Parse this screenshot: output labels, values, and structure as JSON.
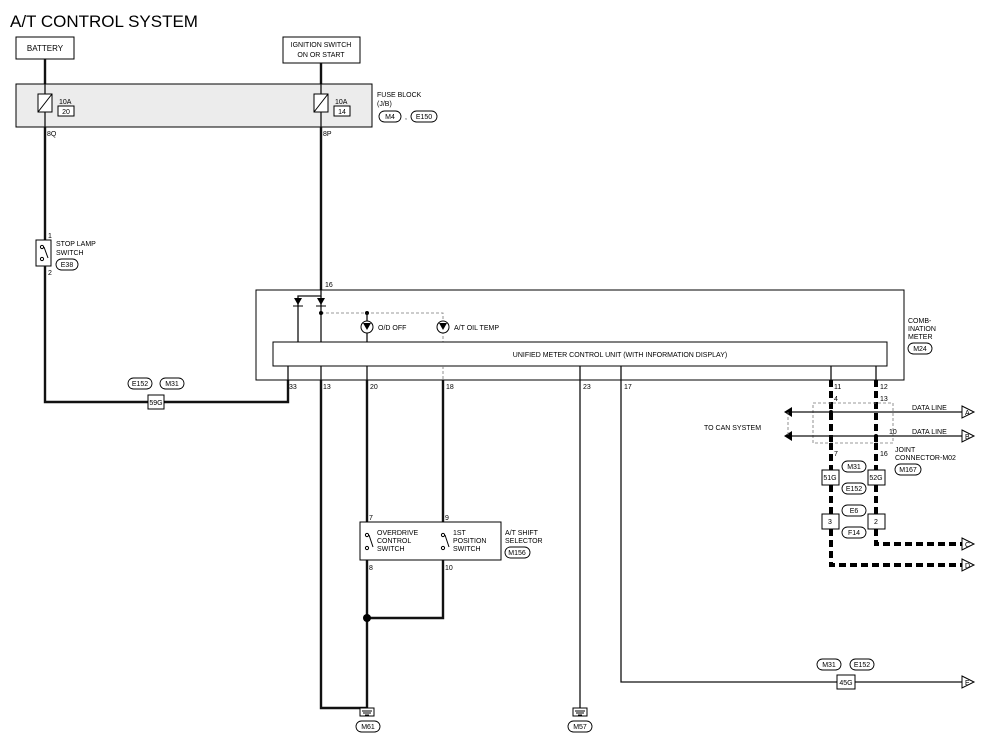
{
  "title": "A/T CONTROL SYSTEM",
  "top_boxes": {
    "battery": "BATTERY",
    "ignition_line1": "IGNITION SWITCH",
    "ignition_line2": "ON OR START"
  },
  "fuse_block": {
    "label_line1": "FUSE BLOCK",
    "label_line2": "(J/B)",
    "connectors": [
      "M4",
      "E150"
    ],
    "separator": ",",
    "fuse_left": {
      "amps": "10A",
      "num": "20"
    },
    "fuse_right": {
      "amps": "10A",
      "num": "14"
    },
    "pin_left": "8Q",
    "pin_right": "8P"
  },
  "stop_lamp": {
    "line1": "STOP LAMP",
    "line2": "SWITCH",
    "connector": "E38",
    "pin_top": "1",
    "pin_bottom": "2"
  },
  "meter": {
    "label_line1": "COMB-",
    "label_line2": "INATION",
    "label_line3": "METER",
    "connector": "M24",
    "pin_supply": "16",
    "od_off": "O/D OFF",
    "at_oil_temp": "A/T OIL TEMP",
    "unit_name": "UNIFIED METER CONTROL UNIT (WITH INFORMATION DISPLAY)",
    "pins": [
      "33",
      "13",
      "20",
      "18",
      "23",
      "17",
      "11",
      "12"
    ]
  },
  "connector_e152_m31": {
    "left": "E152",
    "right": "M31",
    "pin": "59G"
  },
  "can": {
    "to_can": "TO CAN SYSTEM",
    "data_line": "DATA LINE",
    "arrow_a": "A",
    "arrow_b": "B",
    "arrow_c": "C",
    "arrow_d": "D",
    "pin_4": "4",
    "pin_13": "13",
    "pin_10": "10",
    "pin_7": "7",
    "pin_16": "16",
    "joint_line1": "JOINT",
    "joint_line2": "CONNECTOR-M02",
    "joint_connector": "M167",
    "m31": "M31",
    "e152": "E152",
    "pin_51g": "51G",
    "pin_52g": "52G",
    "e6": "E6",
    "f14": "F14",
    "pin_3": "3",
    "pin_2": "2"
  },
  "shift_selector": {
    "od_line1": "OVERDRIVE",
    "od_line2": "CONTROL",
    "od_line3": "SWITCH",
    "first_line1": "1ST",
    "first_line2": "POSITION",
    "first_line3": "SWITCH",
    "label_line1": "A/T SHIFT",
    "label_line2": "SELECTOR",
    "connector": "M156",
    "pin_7": "7",
    "pin_9": "9",
    "pin_8": "8",
    "pin_10": "10"
  },
  "grounds": {
    "m61": "M61",
    "m57": "M57"
  },
  "bottom_connector": {
    "left": "M31",
    "right": "E152",
    "pin": "45G",
    "arrow": "E"
  }
}
